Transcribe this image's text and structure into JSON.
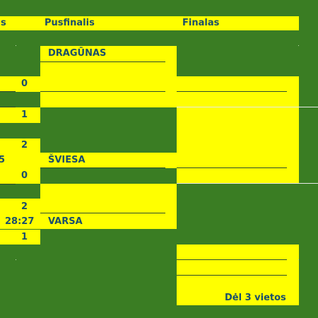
{
  "headers": {
    "col1": "s",
    "col2": "Pusfinalis",
    "col3": "Finalas"
  },
  "semifinal": {
    "team_top": "DRAGŪNAS",
    "team_mid": "ŠVIESA",
    "team_bottom": "VARSA"
  },
  "quarterfinal_scores": {
    "s1": "0",
    "s2": "1",
    "s3": "2",
    "s4": "0",
    "s5": "2",
    "s6": "1"
  },
  "partial_texts": {
    "cut_left": "5",
    "time": "28:27"
  },
  "third_place": {
    "label": "Dėl 3 vietos"
  }
}
